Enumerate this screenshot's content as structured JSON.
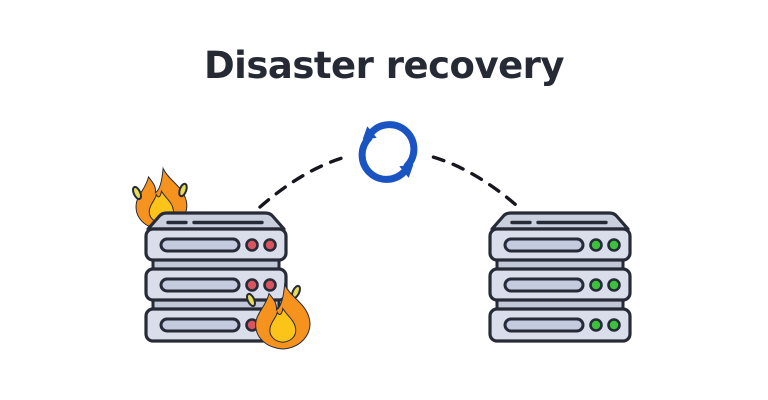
{
  "title": {
    "text": "Disaster recovery"
  },
  "colors": {
    "background": "#ffffff",
    "title-text": "#262a34",
    "connector": "#16161e",
    "sync-blue": "#1a53c2",
    "outline": "#272b38",
    "lid-fill": "#c9cfdd",
    "tier-fill": "#d9deea",
    "spacer-fill": "#c2c8d8",
    "slot-fill": "#c5cbdf",
    "light-red": "#d8545e",
    "light-green": "#3dc13d",
    "flame-orange": "#f6921e",
    "flame-yellow": "#fcc419",
    "spark-yellow": "#e5dd55"
  },
  "icons": {
    "sync": "two circular blue arrows (refresh / replication symbol)",
    "fire": "orange flame with yellow core and spark flecks",
    "server": "three-tier server rack with drive slot and two status lights per tier",
    "connector": "black dashed arc linking the two servers through the sync symbol"
  },
  "scene": {
    "primary_server": {
      "role": "failed-server",
      "status": "on-fire",
      "tiers": 3,
      "indicator_lights": "red",
      "lights_per_tier": 2
    },
    "recovery_server": {
      "role": "recovery-server",
      "status": "healthy",
      "tiers": 3,
      "indicator_lights": "green",
      "lights_per_tier": 2
    },
    "connection": {
      "style": "dashed-arc",
      "center_symbol": "sync"
    }
  }
}
